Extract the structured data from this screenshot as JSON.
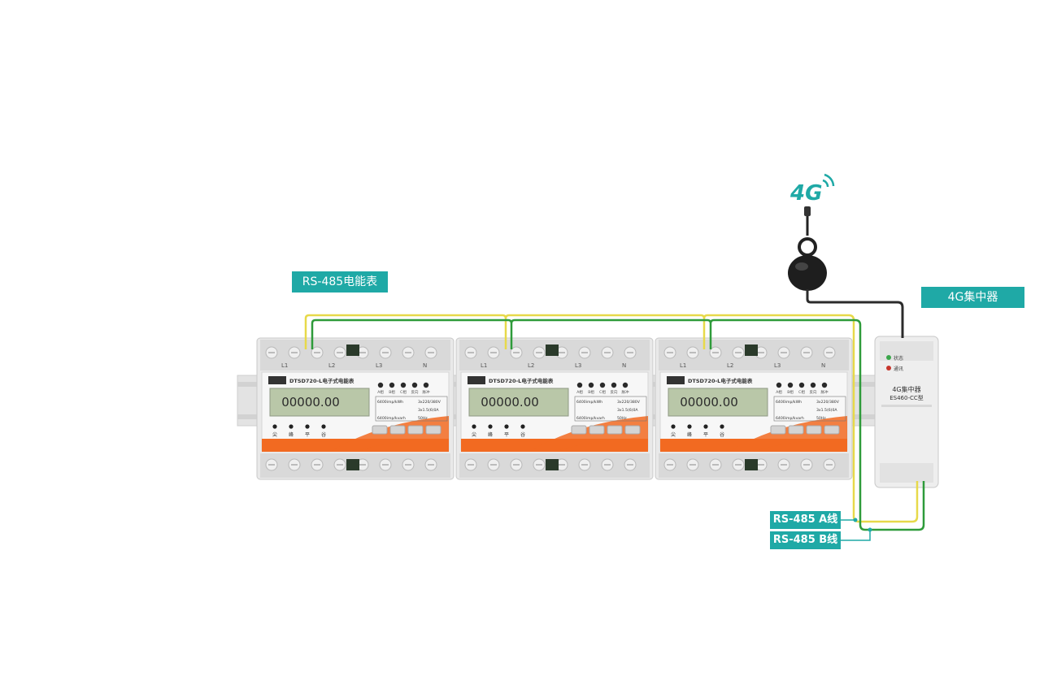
{
  "labels": {
    "meters": "RS-485电能表",
    "concentrator": "4G集中器",
    "line_a": "RS-485 A线",
    "line_b": "RS-485 B线",
    "network": "4G"
  },
  "meters": [
    {
      "model": "DTSD720-L电子式电能表",
      "reading": "00000.00",
      "terminals_top": [
        "L1",
        "L2",
        "L3",
        "N"
      ],
      "indicators": [
        "A相",
        "B相",
        "C相",
        "反向",
        "脉冲"
      ],
      "spec_rows": [
        [
          "6400imp/kWh",
          "3x220/380V"
        ],
        [
          "",
          "3x1.5(6)0A"
        ],
        [
          "6400imp/kvarh",
          "50Hz"
        ]
      ],
      "buttons": [
        "尖",
        "峰",
        "平",
        "谷"
      ]
    },
    {
      "model": "DTSD720-L电子式电能表",
      "reading": "00000.00",
      "terminals_top": [
        "L1",
        "L2",
        "L3",
        "N"
      ],
      "indicators": [
        "A相",
        "B相",
        "C相",
        "反向",
        "脉冲"
      ],
      "spec_rows": [
        [
          "6400imp/kWh",
          "3x220/380V"
        ],
        [
          "",
          "3x1.5(6)0A"
        ],
        [
          "6400imp/kvarh",
          "50Hz"
        ]
      ],
      "buttons": [
        "尖",
        "峰",
        "平",
        "谷"
      ]
    },
    {
      "model": "DTSD720-L电子式电能表",
      "reading": "00000.00",
      "terminals_top": [
        "L1",
        "L2",
        "L3",
        "N"
      ],
      "indicators": [
        "A相",
        "B相",
        "C相",
        "反向",
        "脉冲"
      ],
      "spec_rows": [
        [
          "6400imp/kWh",
          "3x220/380V"
        ],
        [
          "",
          "3x1.5(6)0A"
        ],
        [
          "6400imp/kvarh",
          "50Hz"
        ]
      ],
      "buttons": [
        "尖",
        "峰",
        "平",
        "谷"
      ]
    }
  ],
  "concentrator_device": {
    "status_leds": [
      "状态",
      "通讯"
    ],
    "name": "4G集中器",
    "model": "ES460-CC型"
  },
  "colors": {
    "accent": "#1fa9a6",
    "orange": "#f26a21",
    "wire_yellow": "#e7d94a",
    "wire_green": "#2e9b3a",
    "lcd": "#b9c7a8"
  }
}
